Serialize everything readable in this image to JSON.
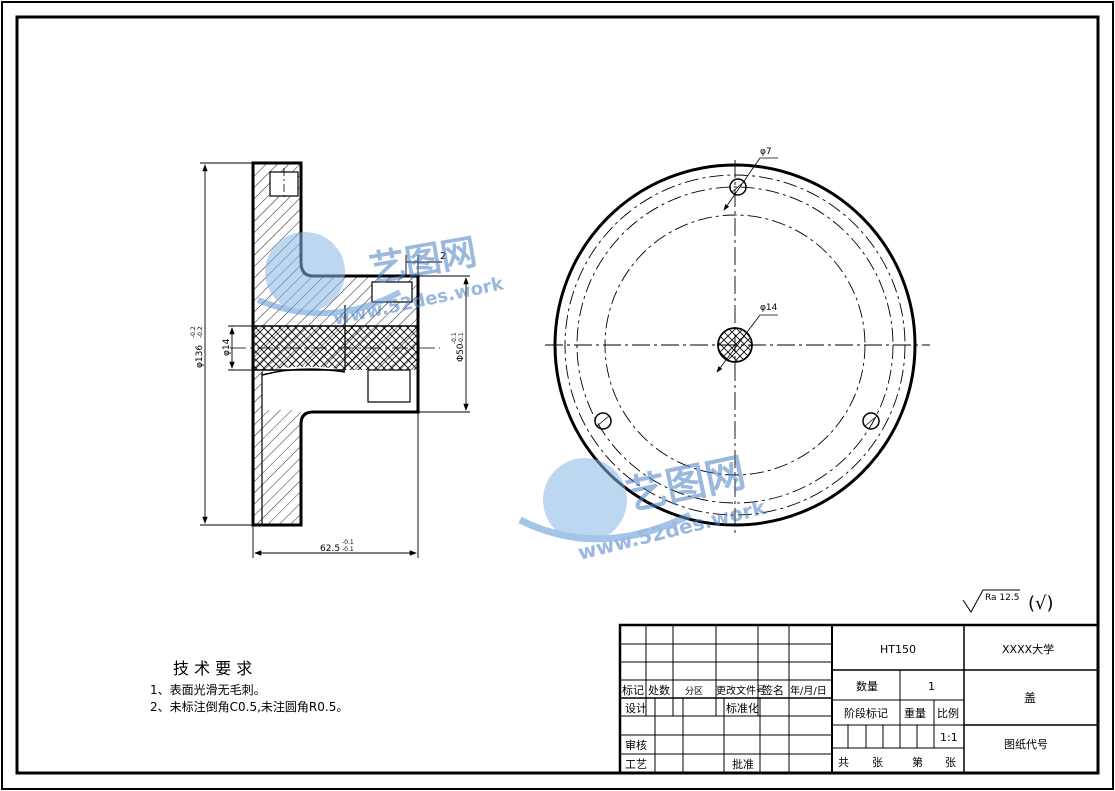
{
  "dimensions": {
    "outer_diameter": "φ136",
    "outer_tol_upper": "-0.2",
    "outer_tol_lower": "-0.2",
    "bore": "φ14",
    "hub_diameter": "Φ50",
    "hub_tol_upper": "-0.1",
    "hub_tol_lower": "-0.1",
    "length": "62.5",
    "length_tol_upper": "-0.1",
    "length_tol_lower": "-0.1",
    "chamfer": "2",
    "hole_small": "φ7",
    "hole_center": "φ14"
  },
  "roughness": {
    "value": "Ra 12.5",
    "note": "(√)"
  },
  "tech_req": {
    "title": "技 术 要 求",
    "items": [
      "1、表面光滑无毛刺。",
      "2、未标注倒角C0.5,未注圆角R0.5。"
    ]
  },
  "watermark": {
    "brand": "艺图网",
    "url": "www.52des.work"
  },
  "title_block": {
    "material": "HT150",
    "school": "XXXX大学",
    "part_name": "盖",
    "qty_label": "数量",
    "qty_value": "1",
    "stage_label": "阶段标记",
    "weight_label": "重量",
    "scale_label": "比例",
    "scale_value": "1:1",
    "drawing_no": "图纸代号",
    "total_label": "共",
    "sheet_unit1": "张",
    "page_label": "第",
    "sheet_unit2": "张",
    "hdr_mark": "标记",
    "hdr_count": "处数",
    "hdr_zone": "分区",
    "hdr_docno": "更改文件号",
    "hdr_sign": "签名",
    "hdr_date": "年/月/日",
    "design": "设计",
    "standard": "标准化",
    "review": "审核",
    "process": "工艺",
    "approve": "批准"
  }
}
